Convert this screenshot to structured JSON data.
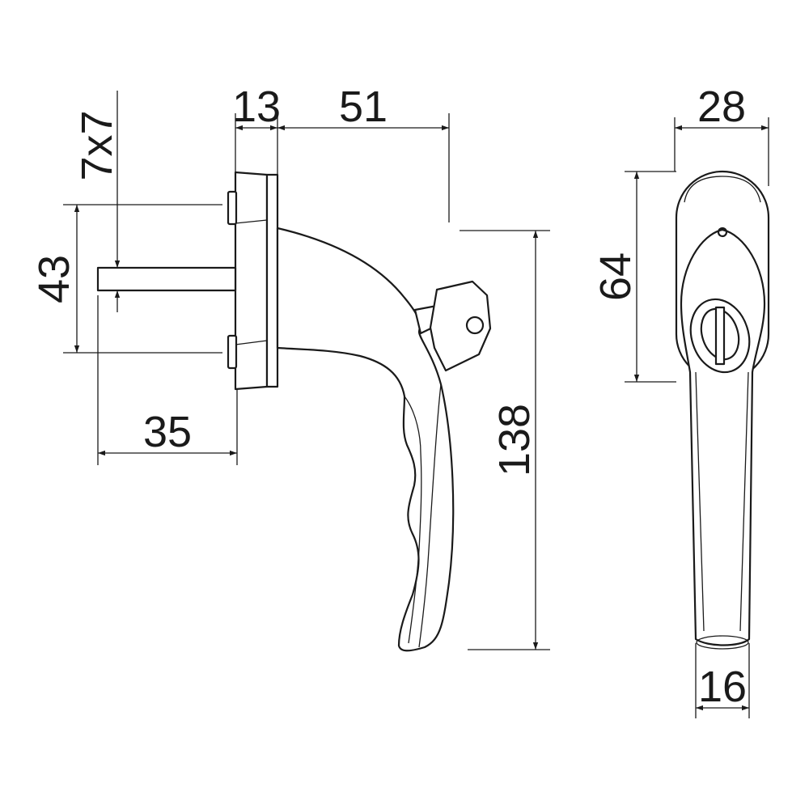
{
  "dimensions": {
    "base_depth": "13",
    "projection": "51",
    "spindle_size": "7x7",
    "hole_spacing": "43",
    "spindle_length": "35",
    "total_height": "138",
    "rosette_width": "28",
    "rosette_height": "64",
    "grip_width": "16"
  }
}
